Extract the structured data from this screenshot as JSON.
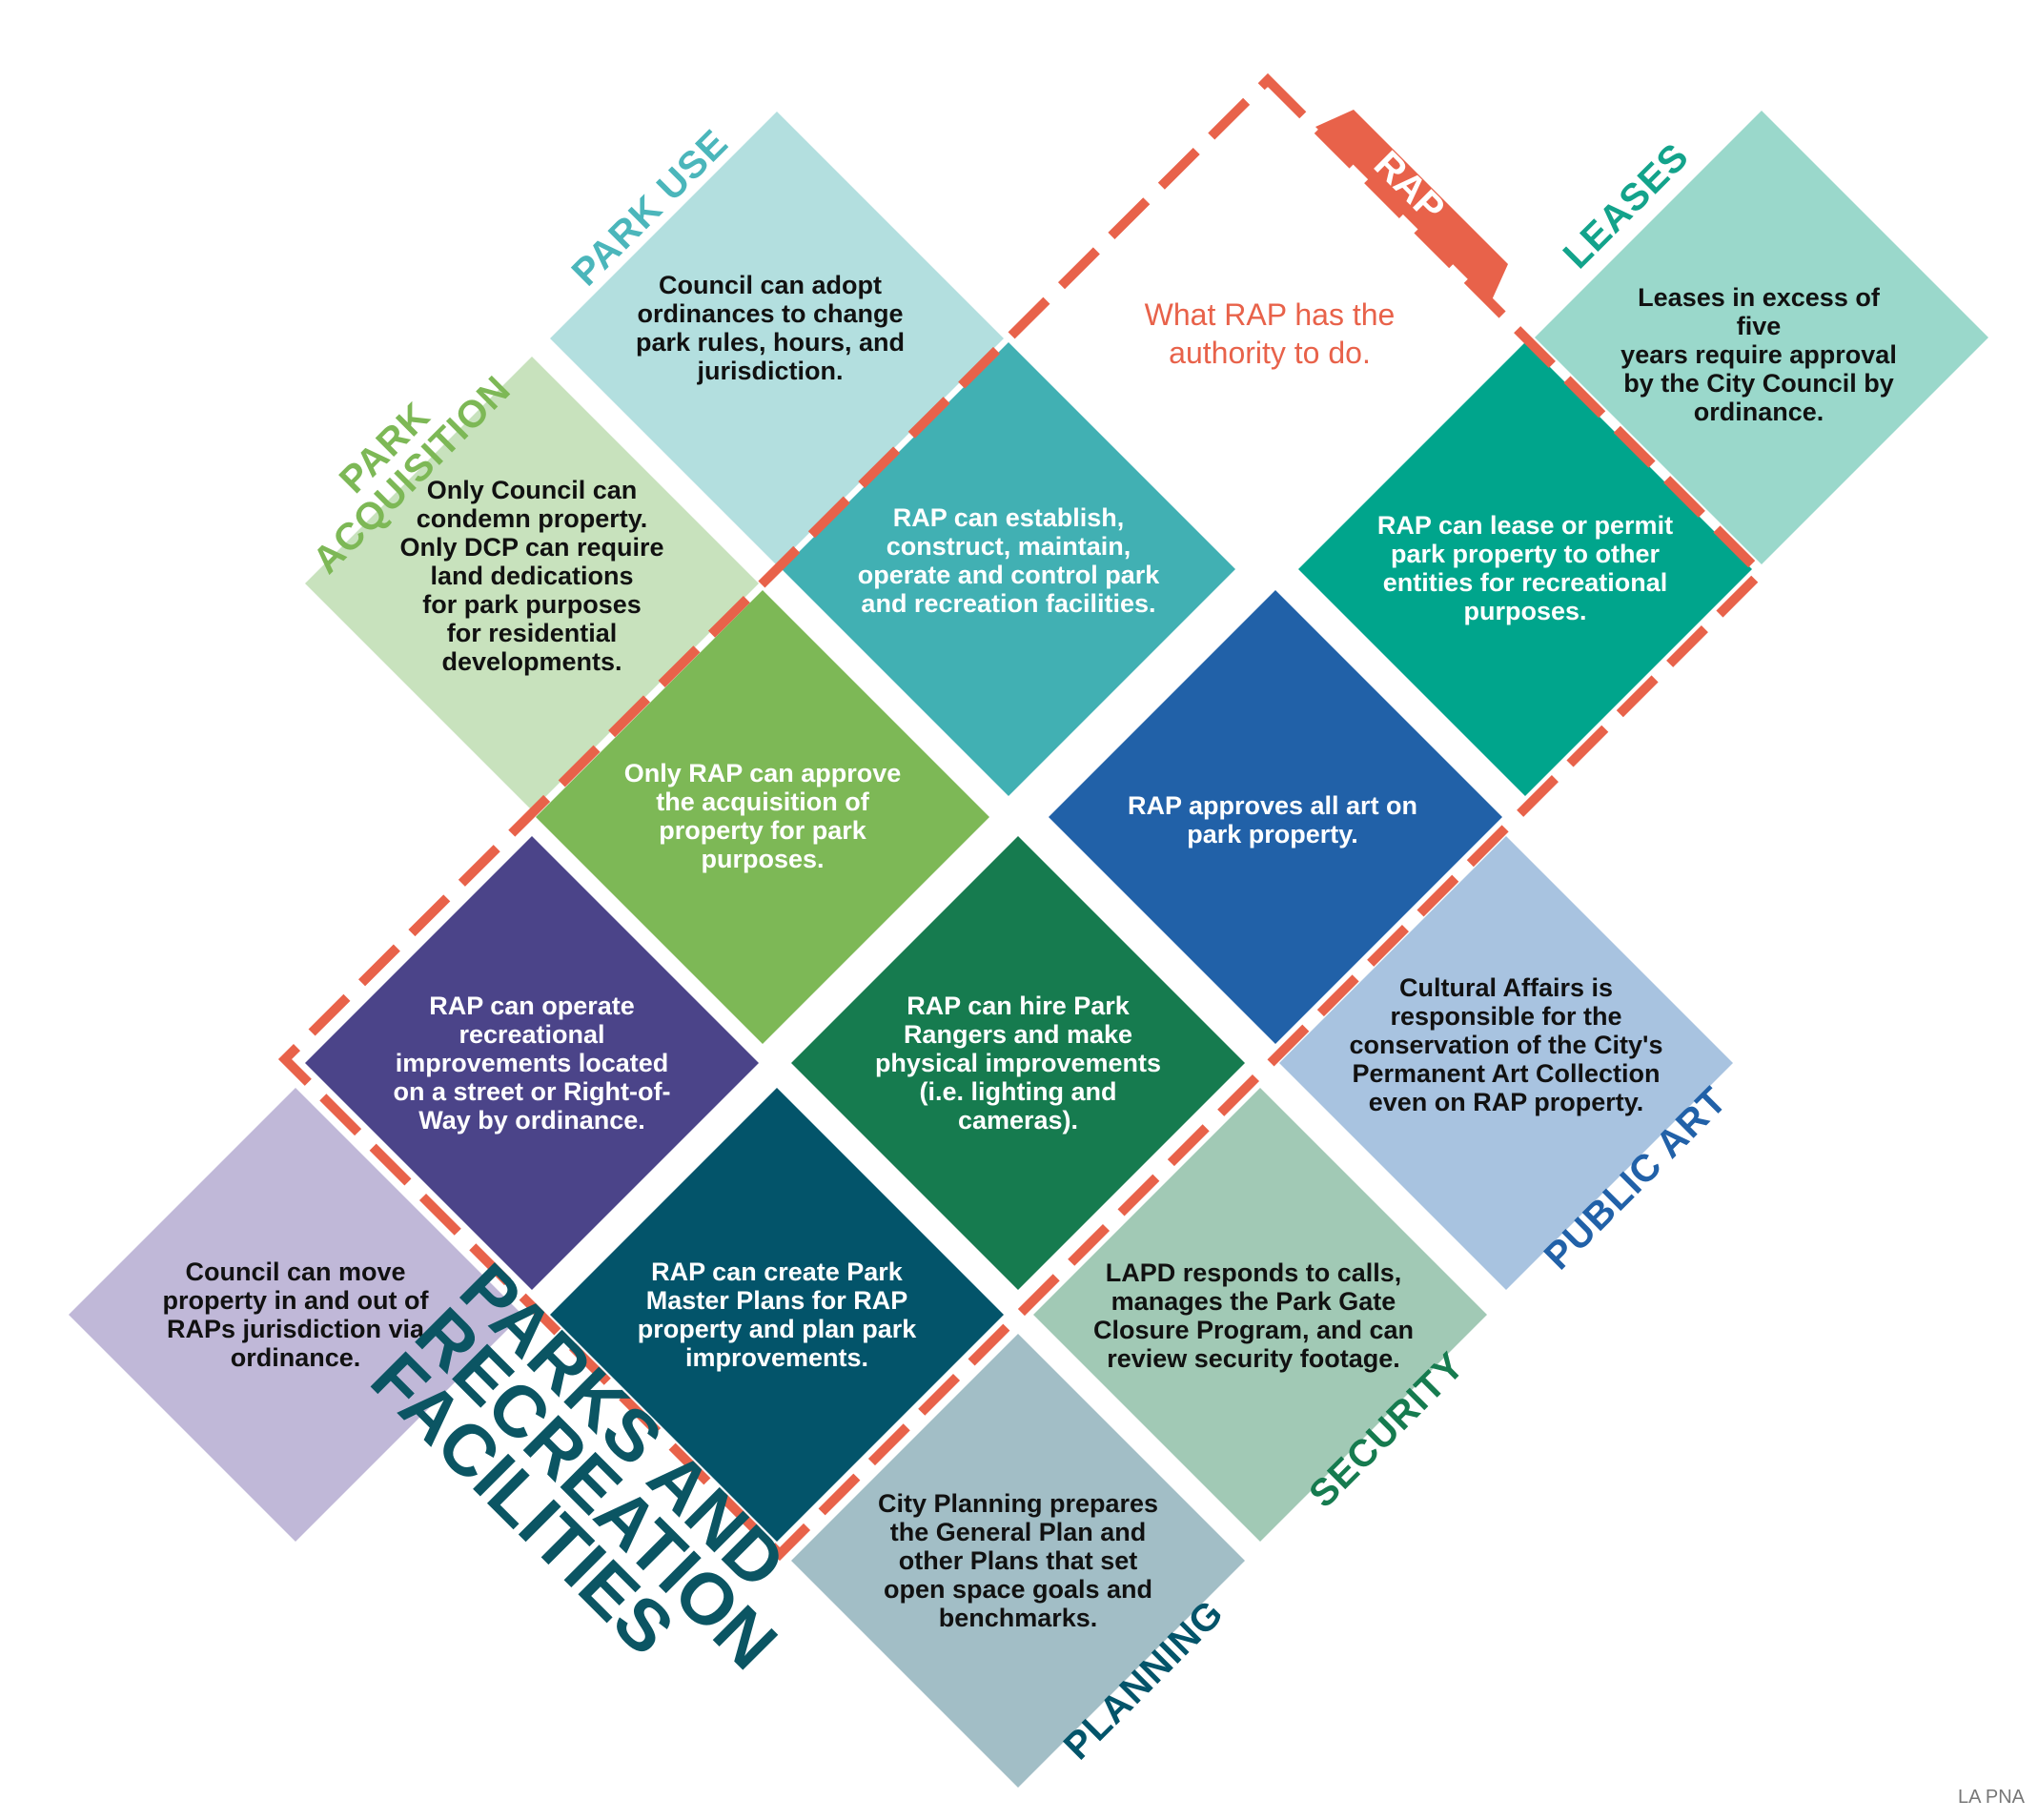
{
  "rap_section": {
    "tab_label": "RAP",
    "title": "What RAP has the\nauthority to do."
  },
  "main_title": "PARKS AND\nRECREATION\nFACILITIES",
  "credit": "LA PNA",
  "categories": {
    "park_use": "PARK USE",
    "park_acquisition": "PARK\nACQUISITION",
    "leases": "LEASES",
    "public_art": "PUBLIC ART",
    "security": "SECURITY",
    "planning": "PLANNING"
  },
  "tiles": {
    "park_use": "Council can adopt\nordinances to change\npark rules, hours, and\njurisdiction.",
    "leases": "Leases in excess of five\nyears require approval\nby the City Council by\nordinance.",
    "park_acquisition": "Only Council can\ncondemn property.\nOnly DCP can require\nland dedications\nfor park purposes\nfor residential\ndevelopments.",
    "rap_establish": "RAP can establish,\nconstruct, maintain,\noperate and control park\nand recreation facilities.",
    "rap_lease": "RAP can lease or permit\npark property to other\nentities for recreational\npurposes.",
    "rap_acquisition": "Only RAP can approve\nthe acquisition of\nproperty for park\npurposes.",
    "rap_art": "RAP approves all art on\npark property.",
    "rap_operate": "RAP can operate\nrecreational\nimprovements located\non a street or Right-of-\nWay by ordinance.",
    "rap_rangers": "RAP can hire Park\nRangers and make\nphysical improvements\n(i.e. lighting and\ncameras).",
    "cultural_affairs": "Cultural Affairs is\nresponsible for the\nconservation of the City's\nPermanent Art Collection\neven on RAP property.",
    "council_move": "Council can move\nproperty in and out of\nRAPs jurisdiction via\nordinance.",
    "rap_master": "RAP can create Park\nMaster Plans for RAP\nproperty and plan park\nimprovements.",
    "lapd": "LAPD responds to calls,\nmanages the Park Gate\nClosure Program, and can\nreview security footage.",
    "city_planning": "City Planning prepares\nthe General Plan and\nother Plans that set\nopen space goals and\nbenchmarks."
  },
  "colors": {
    "accent": "#e8624a",
    "park_use": "#b3dfdf",
    "leases": "#9ad8cb",
    "park_acquisition": "#c8e2bd",
    "rap_establish": "#41b0b3",
    "rap_lease": "#00a58c",
    "rap_acquisition": "#7db856",
    "rap_art": "#2161a8",
    "rap_operate": "#4b4489",
    "rap_rangers": "#167b4f",
    "cultural_affairs": "#a8c3e0",
    "council_move": "#c0b8d8",
    "rap_master": "#03546a",
    "lapd": "#a1c9b5",
    "city_planning": "#a2bec6",
    "cat_park_use": "#4bb6bb",
    "cat_park_acquisition": "#7db856",
    "cat_leases": "#13a38b",
    "cat_public_art": "#2161a8",
    "cat_security": "#167b4f",
    "cat_planning": "#03546a",
    "main_title": "#0b5563"
  }
}
